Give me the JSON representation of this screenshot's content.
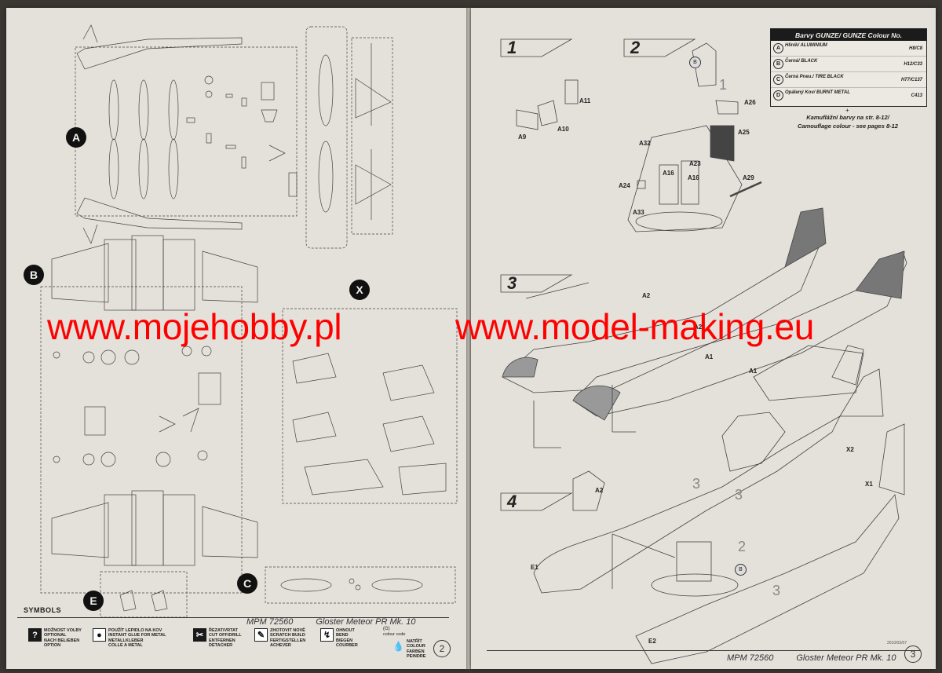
{
  "watermark": {
    "left": "www.mojehobby.pl",
    "right": "www.model-making.eu"
  },
  "left_page": {
    "sprues": [
      "A",
      "B",
      "X",
      "C",
      "E"
    ],
    "symbols_title": "SYMBOLS",
    "model_number": "MPM 72560",
    "model_name": "Gloster Meteor PR Mk. 10",
    "page_number": "2",
    "symbols": [
      {
        "icon": "?",
        "lines": [
          "MOŽNOST VOLBY",
          "OPTIONAL",
          "NACH BELIEBEN",
          "OPTION"
        ]
      },
      {
        "icon": "●",
        "lines": [
          "POUŽÍT LEPIDLO NA KOV",
          "INSTANT GLUE FOR METAL",
          "METALLKLEBER",
          "COLLE A METAL"
        ]
      },
      {
        "icon": "✂",
        "lines": [
          "ŘEZAT/VRTAT",
          "CUT OFF/DRILL",
          "ENTFERNEN",
          "DETACHER"
        ]
      },
      {
        "icon": "✎",
        "lines": [
          "ZHOTOVIT NOVĚ",
          "SCRATCH BUILD",
          "FERTIGSTELLEN",
          "ACHEVER"
        ]
      },
      {
        "icon": "↯",
        "lines": [
          "OHNOUT",
          "BEND",
          "BIEGEN",
          "COURBER"
        ]
      }
    ],
    "code_symbol": {
      "label": "colour code",
      "letter": "(G)",
      "lines": [
        "NATŘÍT",
        "COLOUR",
        "FARBEN",
        "PEINDRE"
      ]
    }
  },
  "right_page": {
    "steps": [
      "1",
      "2",
      "3",
      "4"
    ],
    "legend": {
      "title": "Barvy GUNZE/ GUNZE Colour No.",
      "rows": [
        {
          "letter": "A",
          "name": "Hliník/ ALUMINIUM",
          "code": "H8/C8"
        },
        {
          "letter": "B",
          "name": "Černá/ BLACK",
          "code": "H12/C33"
        },
        {
          "letter": "C",
          "name": "Černá Pneu./ TIRE BLACK",
          "code": "H77/C137"
        },
        {
          "letter": "D",
          "name": "Opálený Kov/ BURNT METAL",
          "code": "C413"
        }
      ],
      "plus": "+",
      "camo_cz": "Kamuflážní barvy na str. 8-12/",
      "camo_en": "Camouflage colour - see pages 8-12"
    },
    "parts": {
      "a11": "A11",
      "a9": "A9",
      "a10": "A10",
      "a26": "A26",
      "a25": "A25",
      "a32": "A32",
      "a23": "A23",
      "a16a": "A16",
      "a16b": "A16",
      "a24": "A24",
      "a29": "A29",
      "a33": "A33",
      "a2a": "A2",
      "a2b": "A2",
      "a1a": "A1",
      "a1b": "A1",
      "a2c": "A2",
      "x2": "X2",
      "x1": "X1",
      "e1": "E1",
      "e2": "E2"
    },
    "step_refs": {
      "s1": "1",
      "s3a": "3",
      "s3b": "3",
      "s2": "2",
      "s3c": "3"
    },
    "glue_badges": {
      "g1": "B",
      "g2": "B"
    },
    "serial": "2010/03/07",
    "model_number": "MPM 72560",
    "model_name": "Gloster Meteor PR Mk. 10",
    "page_number": "3"
  }
}
